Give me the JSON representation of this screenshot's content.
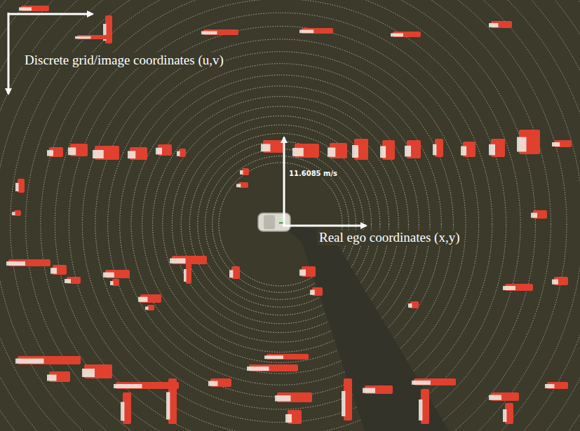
{
  "diagram": {
    "labels": [
      "Discrete grid/image coordinates (u,v)",
      "11.6085 m/s",
      "Real ego coordinates (x,y)"
    ]
  }
}
